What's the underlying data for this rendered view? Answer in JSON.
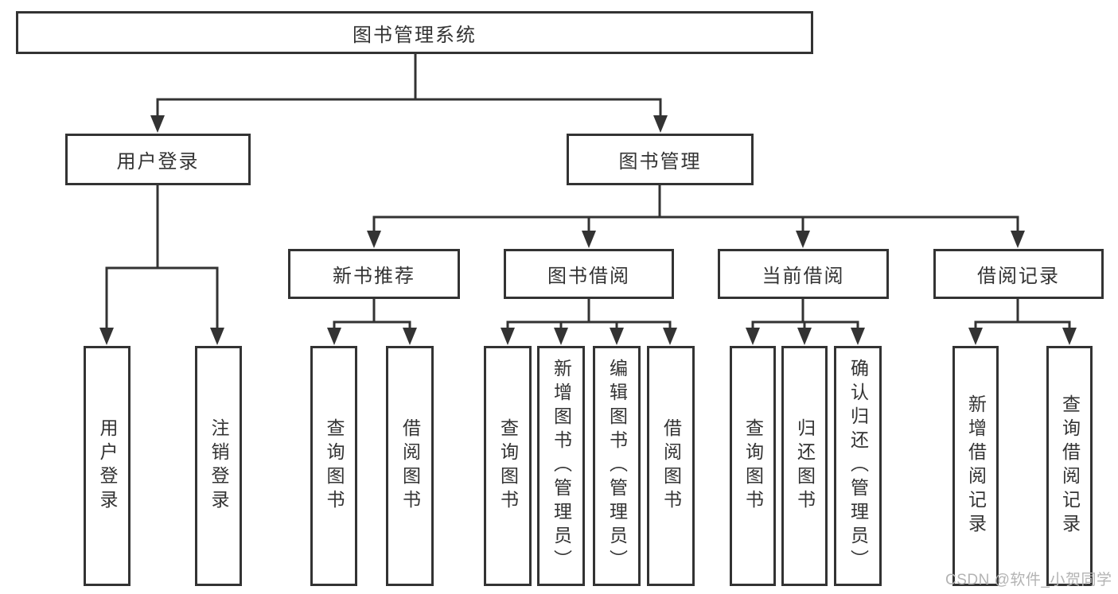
{
  "nodes": {
    "root": "图书管理系统",
    "l2": [
      "用户登录",
      "图书管理"
    ],
    "l3": [
      "新书推荐",
      "图书借阅",
      "当前借阅",
      "借阅记录"
    ],
    "l4": [
      "用户登录",
      "注销登录",
      "查询图书",
      "借阅图书",
      "查询图书",
      "新增图书（管理员）",
      "编辑图书（管理员）",
      "借阅图书",
      "查询图书",
      "归还图书",
      "确认归还（管理员）",
      "新增借阅记录",
      "查询借阅记录"
    ]
  },
  "watermark": "CSDN @软件_小贺同学",
  "colors": {
    "line": "#333333",
    "border": "#333333",
    "text": "#333333",
    "background": "#ffffff",
    "watermark": "#b3b3b3"
  }
}
